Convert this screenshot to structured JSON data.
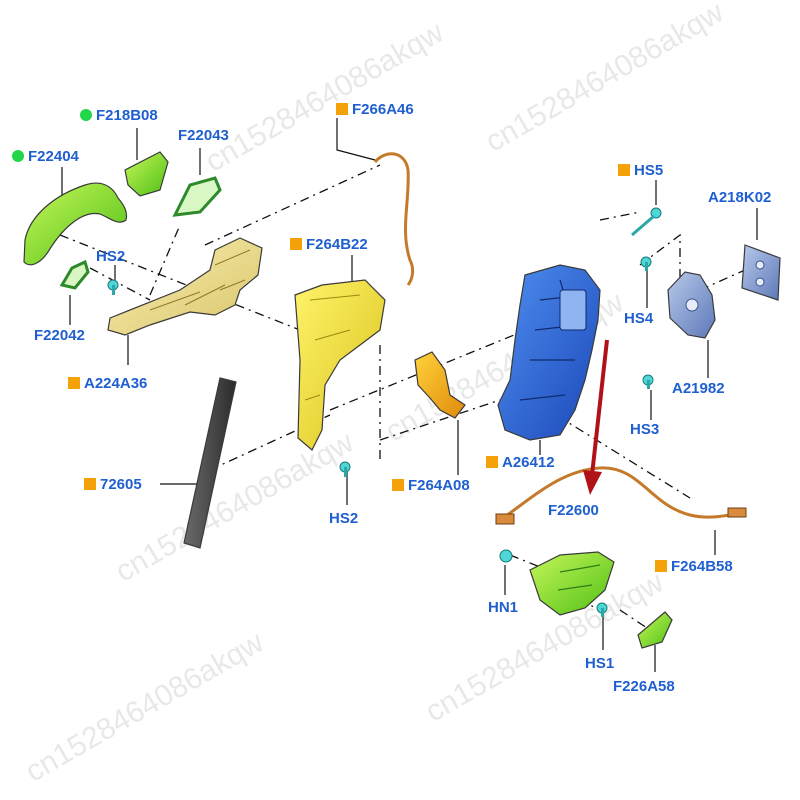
{
  "watermark": "cn1528464086akqw",
  "colors": {
    "label_text": "#1f5fd0",
    "orange_marker": "#f5a20a",
    "green_marker": "#22d64a",
    "arrow": "#b01218"
  },
  "labels": {
    "f218b08": {
      "text": "F218B08",
      "marker": "green-dot"
    },
    "f22404": {
      "text": "F22404",
      "marker": "green-dot"
    },
    "f22043": {
      "text": "F22043",
      "marker": "none"
    },
    "hs2_top": {
      "text": "HS2",
      "marker": "none"
    },
    "f22042": {
      "text": "F22042",
      "marker": "none"
    },
    "a224a36": {
      "text": "A224A36",
      "marker": "orange-square"
    },
    "f266a46": {
      "text": "F266A46",
      "marker": "orange-square"
    },
    "f264b22": {
      "text": "F264B22",
      "marker": "orange-square"
    },
    "n72605": {
      "text": "72605",
      "marker": "orange-square"
    },
    "hs2_bottom": {
      "text": "HS2",
      "marker": "none"
    },
    "f264a08": {
      "text": "F264A08",
      "marker": "orange-square"
    },
    "a26412": {
      "text": "A26412",
      "marker": "orange-square"
    },
    "hs5": {
      "text": "HS5",
      "marker": "orange-square"
    },
    "a218k02": {
      "text": "A218K02",
      "marker": "none"
    },
    "hs4": {
      "text": "HS4",
      "marker": "none"
    },
    "a21982": {
      "text": "A21982",
      "marker": "none"
    },
    "hs3": {
      "text": "HS3",
      "marker": "none"
    },
    "f22600": {
      "text": "F22600",
      "marker": "none"
    },
    "f264b58": {
      "text": "F264B58",
      "marker": "orange-square"
    },
    "hn1": {
      "text": "HN1",
      "marker": "none"
    },
    "hs1": {
      "text": "HS1",
      "marker": "none"
    },
    "f226a58": {
      "text": "F226A58",
      "marker": "none"
    }
  }
}
